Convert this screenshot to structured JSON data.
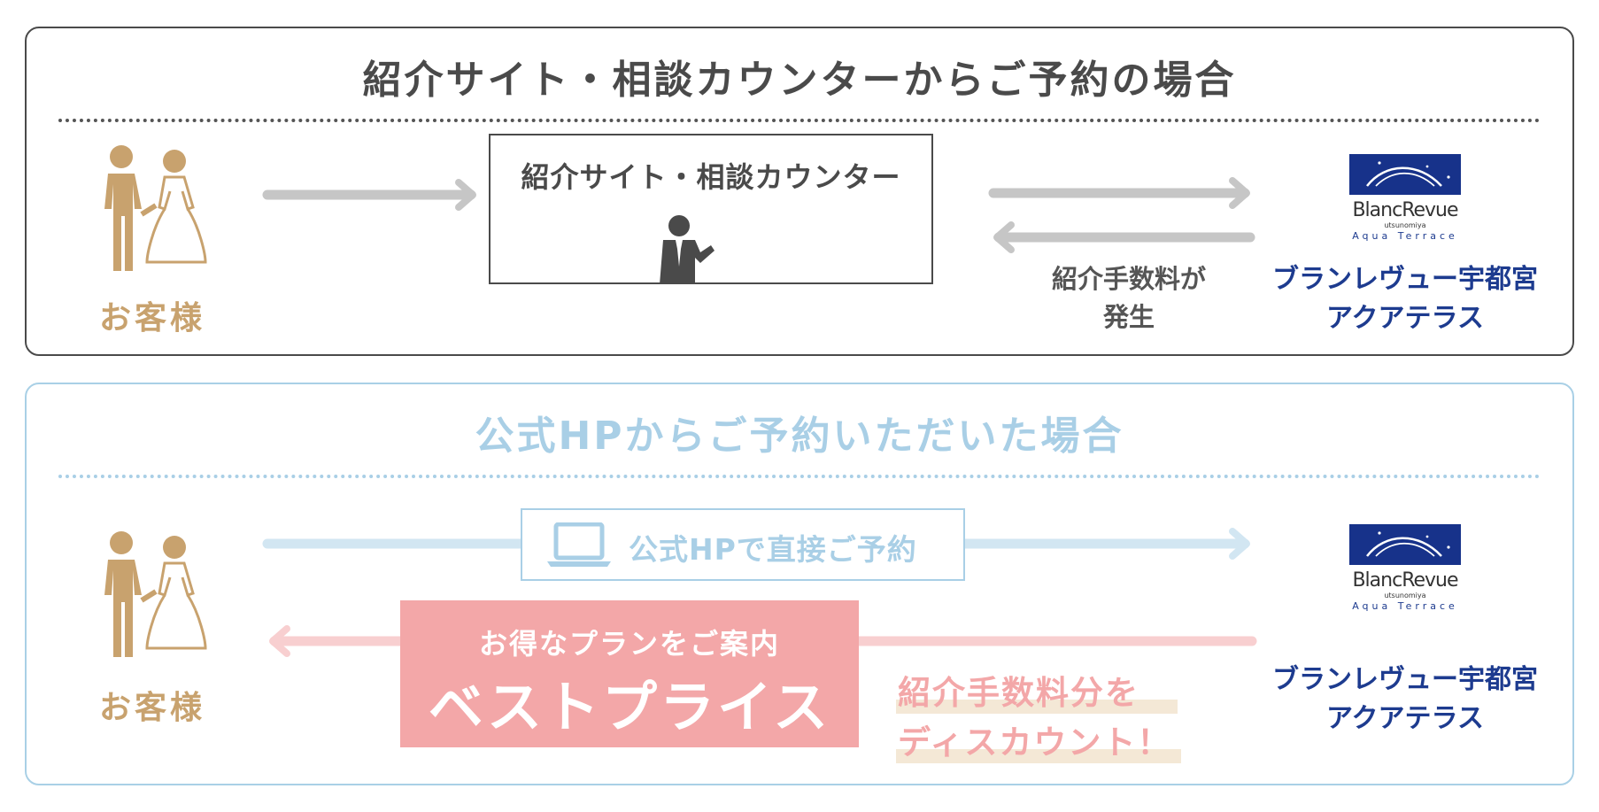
{
  "top": {
    "title": "紹介サイト・相談カウンターからご予約の場合",
    "customer_label": "お客様",
    "counter_label": "紹介サイト・相談カウンター",
    "fee_line1": "紹介手数料が",
    "fee_line2": "発生",
    "logo": {
      "brand": "BlancRevue",
      "sub": "utsunomiya",
      "tag": "Aqua Terrace"
    },
    "hotel_line1": "ブランレヴュー宇都宮",
    "hotel_line2": "アクアテラス"
  },
  "bottom": {
    "title": "公式HPからご予約いただいた場合",
    "customer_label": "お客様",
    "direct_label": "公式HPで直接ご予約",
    "plan_sub": "お得なプランをご案内",
    "plan_main": "ベストプライス",
    "discount_line1": "紹介手数料分を",
    "discount_line2": "ディスカウント！",
    "logo": {
      "brand": "BlancRevue",
      "sub": "utsunomiya",
      "tag": "Aqua Terrace"
    },
    "hotel_line1": "ブランレヴュー宇都宮",
    "hotel_line2": "アクアテラス"
  },
  "colors": {
    "dark": "#4a4a4a",
    "gold": "#c8a26e",
    "navy": "#1d3b8f",
    "light_blue": "#a9cfe6",
    "pink": "#f3a7a8",
    "gray_arrow": "#c6c6c6"
  }
}
